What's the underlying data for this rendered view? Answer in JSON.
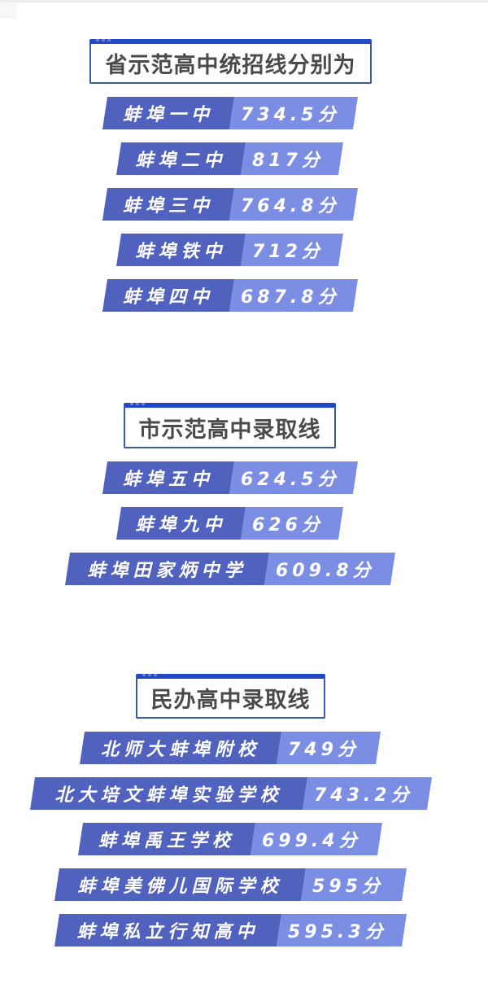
{
  "sections": [
    {
      "title": "省示范高中统招线分别为",
      "rows": [
        {
          "school": "蚌埠一中",
          "score": "734.5分"
        },
        {
          "school": "蚌埠二中",
          "score": "817分"
        },
        {
          "school": "蚌埠三中",
          "score": "764.8分"
        },
        {
          "school": "蚌埠铁中",
          "score": "712分"
        },
        {
          "school": "蚌埠四中",
          "score": "687.8分"
        }
      ]
    },
    {
      "title": "市示范高中录取线",
      "rows": [
        {
          "school": "蚌埠五中",
          "score": "624.5分"
        },
        {
          "school": "蚌埠九中",
          "score": "626分"
        },
        {
          "school": "蚌埠田家炳中学",
          "score": "609.8分"
        }
      ]
    },
    {
      "title": "民办高中录取线",
      "rows": [
        {
          "school": "北师大蚌埠附校",
          "score": "749分"
        },
        {
          "school": "北大培文蚌埠实验学校",
          "score": "743.2分"
        },
        {
          "school": "蚌埠禹王学校",
          "score": "699.4分"
        },
        {
          "school": "蚌埠美佛儿国际学校",
          "score": "595分"
        },
        {
          "school": "蚌埠私立行知高中",
          "score": "595.3分"
        }
      ]
    }
  ],
  "colors": {
    "title_border": "#3d58a8",
    "title_top_strip": "#1f49c7",
    "title_text": "#4a4a4a",
    "bar_dark": "#5061be",
    "bar_light": "#7b8ee4",
    "bar_text": "#ffffff"
  }
}
